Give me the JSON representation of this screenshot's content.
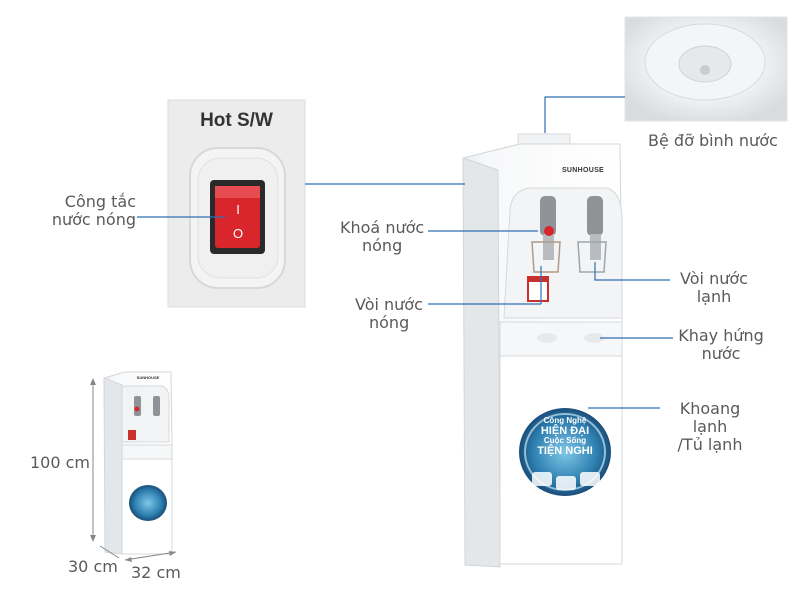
{
  "product": {
    "brand": "SUNHOUSE",
    "switch_panel_label": "Hot S/W",
    "switch_on_symbol": "I",
    "switch_off_symbol": "O",
    "badge_lines": [
      "Công Nghệ",
      "HIỆN ĐẠI",
      "Cuộc Sống",
      "TIỆN NGHI"
    ]
  },
  "callouts": {
    "water_bottle_holder": "Bệ đỡ bình nước",
    "hot_switch": [
      "Công tắc",
      "nước nóng"
    ],
    "hot_lock": [
      "Khoá nước",
      "nóng"
    ],
    "hot_tap": [
      "Vòi nước",
      "nóng"
    ],
    "cold_tap": [
      "Vòi nước",
      "lạnh"
    ],
    "drip_tray": [
      "Khay hứng",
      "nước"
    ],
    "fridge": [
      "Khoang lạnh",
      "/Tủ lạnh"
    ]
  },
  "dimensions": {
    "height": "100 cm",
    "depth": "30 cm",
    "width": "32 cm"
  },
  "colors": {
    "line": "#2f6fb5",
    "switch_red": "#d8262c"
  }
}
